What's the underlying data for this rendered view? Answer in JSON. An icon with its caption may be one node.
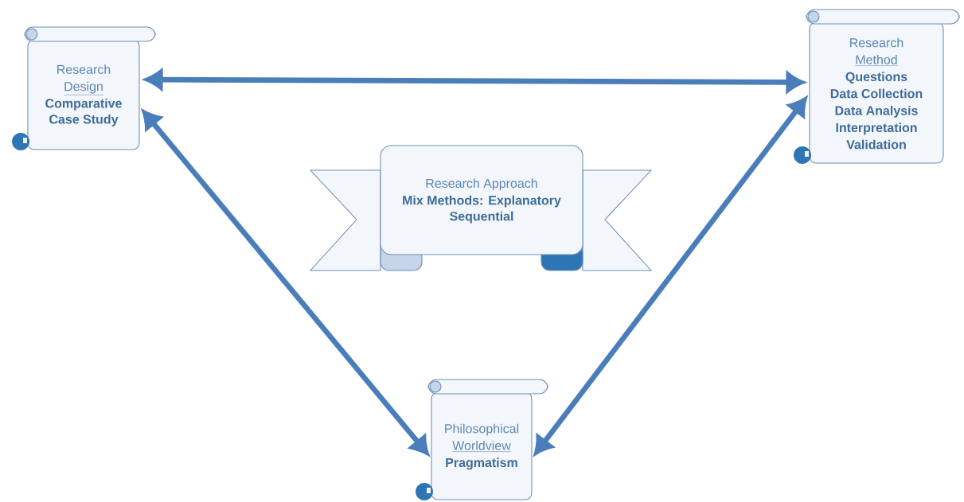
{
  "diagram": {
    "nodes": [
      {
        "text": [
          "Research",
          "Design",
          "Comparative Case Study"
        ]
      },
      {
        "text": [
          "Research Approach",
          "Mix Methods: Explanatory Sequential"
        ]
      },
      {
        "text": [
          "Research",
          "Method",
          "Questions",
          "Data Collection",
          "Data Analysis",
          "Interpretation",
          "Validation"
        ]
      },
      {
        "text": [
          "Philosophical",
          "Worldview",
          "Pragmatism"
        ]
      }
    ],
    "edges": [
      {
        "from": 0,
        "to": 2,
        "arrow": "both"
      },
      {
        "from": 0,
        "to": 3,
        "arrow": "both"
      },
      {
        "from": 2,
        "to": 3,
        "arrow": "both"
      }
    ]
  }
}
